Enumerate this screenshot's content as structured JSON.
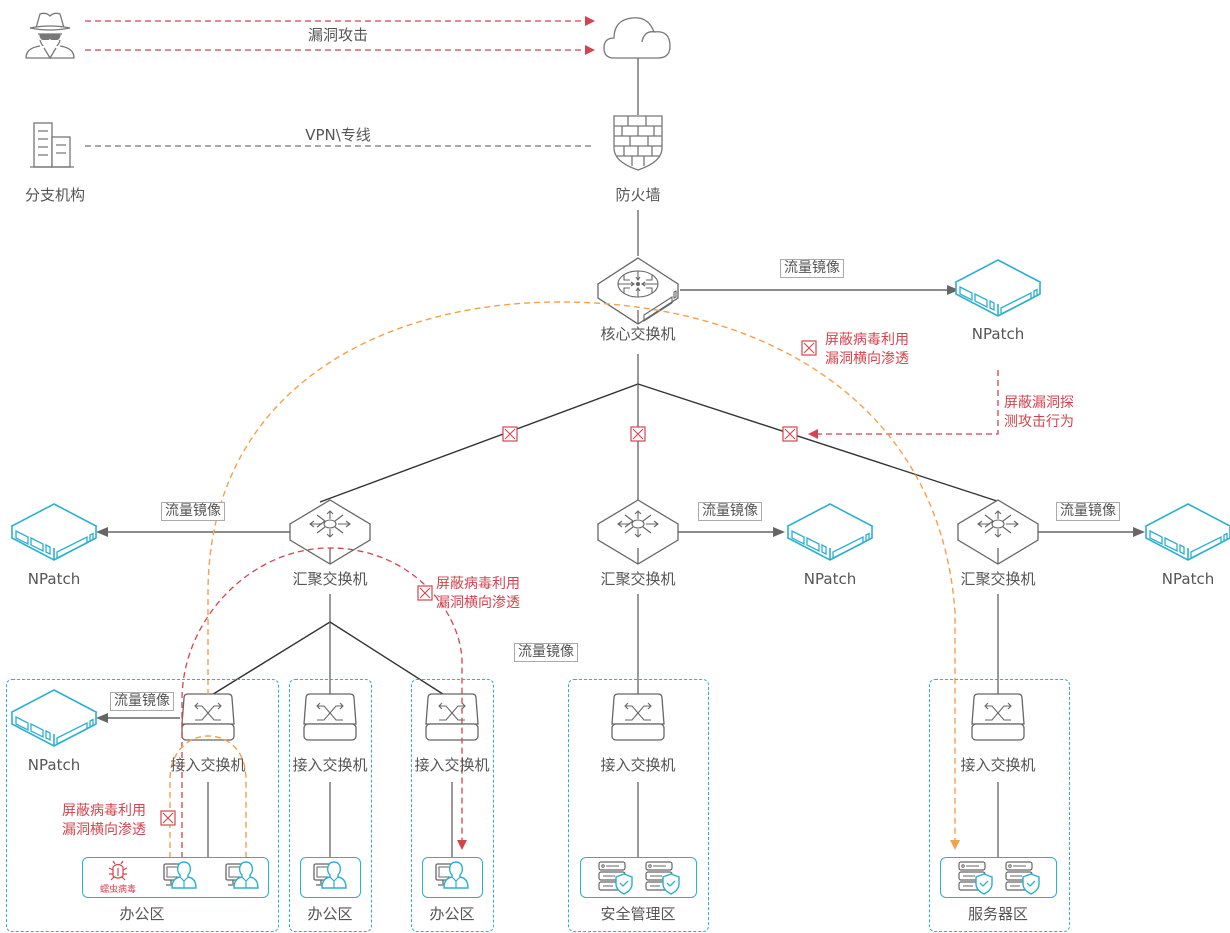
{
  "colors": {
    "attack_red": "#d2454f",
    "mitigation_orange": "#f5a04a",
    "npatch_cyan": "#2bb0cf",
    "device_gray": "#666666",
    "line_dark": "#333333"
  },
  "internet": {
    "attacker_icon": "hacker-icon",
    "cloud_icon": "cloud-icon",
    "attack_label": "漏洞攻击",
    "branch_icon": "building-icon",
    "branch_label": "分支机构",
    "vpn_label": "VPN\\专线",
    "firewall_icon": "firewall-icon",
    "firewall_label": "防火墙"
  },
  "core": {
    "switch_label": "核心交换机",
    "mirror_label": "流量镜像",
    "npatch_label": "NPatch",
    "block_note": [
      "屏蔽病毒利用",
      "漏洞横向渗透"
    ],
    "probe_note": [
      "屏蔽漏洞探",
      "测攻击行为"
    ]
  },
  "aggregation": [
    {
      "label": "汇聚交换机",
      "mirror_label": "流量镜像",
      "npatch_label": "NPatch",
      "block_note": [
        "屏蔽病毒利用",
        "漏洞横向渗透"
      ],
      "extra_mirror_label": "流量镜像"
    },
    {
      "label": "汇聚交换机",
      "mirror_label": "流量镜像",
      "npatch_label": "NPatch"
    },
    {
      "label": "汇聚交换机",
      "mirror_label": "流量镜像",
      "npatch_label": "NPatch"
    }
  ],
  "access_zones": [
    {
      "switch_label": "接入交换机",
      "zone_label": "办公区",
      "mirror_label": "流量镜像",
      "npatch_label": "NPatch",
      "block_note": [
        "屏蔽病毒利用",
        "漏洞横向渗透"
      ],
      "virus_label": "蠕虫病毒",
      "devices": [
        "bug-icon",
        "user-pc-icon",
        "user-pc-icon"
      ]
    },
    {
      "switch_label": "接入交换机",
      "zone_label": "办公区",
      "devices": [
        "user-pc-icon"
      ]
    },
    {
      "switch_label": "接入交换机",
      "zone_label": "办公区",
      "devices": [
        "user-pc-icon"
      ]
    },
    {
      "switch_label": "接入交换机",
      "zone_label": "安全管理区",
      "devices": [
        "secure-server-icon",
        "secure-server-icon"
      ]
    },
    {
      "switch_label": "接入交换机",
      "zone_label": "服务器区",
      "devices": [
        "secure-server-icon",
        "secure-server-icon"
      ]
    }
  ]
}
